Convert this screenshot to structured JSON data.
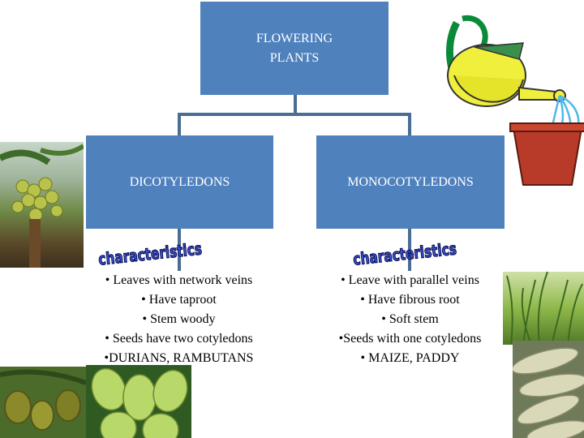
{
  "root": {
    "label_line1": "FLOWERING",
    "label_line2": "PLANTS"
  },
  "branches": [
    {
      "label": "DICOTYLEDONS",
      "tag": "characteristics",
      "items": [
        "• Leaves with network veins",
        "• Have taproot",
        "• Stem woody",
        "• Seeds have two cotyledons",
        "•DURIANS, RAMBUTANS"
      ]
    },
    {
      "label": "MONOCOTYLEDONS",
      "tag": "characteristics",
      "items": [
        "• Leave with parallel veins",
        "• Have fibrous root",
        "• Soft stem",
        "•Seeds with one cotyledons",
        "• MAIZE, PADDY"
      ]
    }
  ],
  "colors": {
    "box_fill": "#4f81bd",
    "connector": "#4a6d93",
    "wordart_fill": "#3a57c8"
  }
}
